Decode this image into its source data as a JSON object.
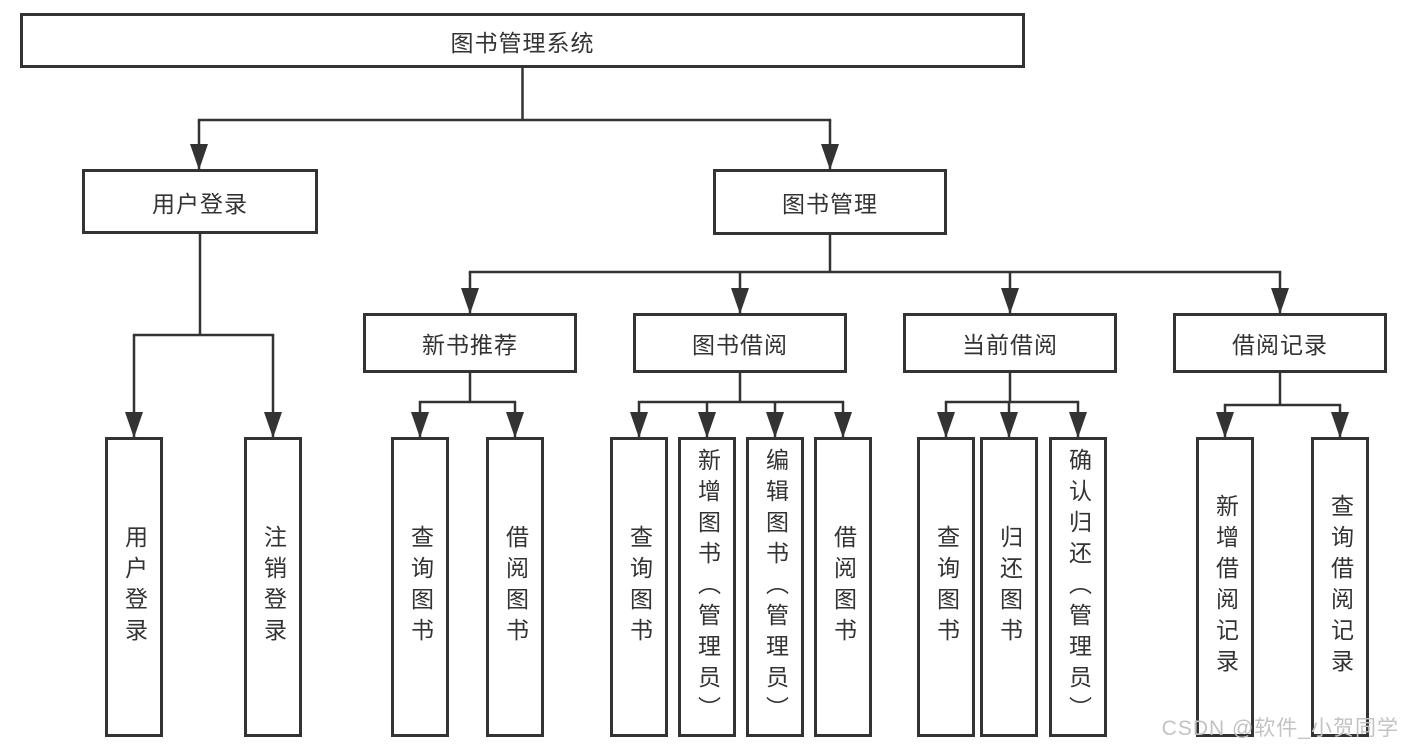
{
  "diagram": {
    "type": "hierarchy-tree",
    "tree": {
      "label": "图书管理系统",
      "children": [
        {
          "label": "用户登录",
          "children": [
            {
              "label": "用户登录"
            },
            {
              "label": "注销登录"
            }
          ]
        },
        {
          "label": "图书管理",
          "children": [
            {
              "label": "新书推荐",
              "children": [
                {
                  "label": "查询图书"
                },
                {
                  "label": "借阅图书"
                }
              ]
            },
            {
              "label": "图书借阅",
              "children": [
                {
                  "label": "查询图书"
                },
                {
                  "label": "新增图书（管理员）"
                },
                {
                  "label": "编辑图书（管理员）"
                },
                {
                  "label": "借阅图书"
                }
              ]
            },
            {
              "label": "当前借阅",
              "children": [
                {
                  "label": "查询图书"
                },
                {
                  "label": "归还图书"
                },
                {
                  "label": "确认归还（管理员）"
                }
              ]
            },
            {
              "label": "借阅记录",
              "children": [
                {
                  "label": "新增借阅记录"
                },
                {
                  "label": "查询借阅记录"
                }
              ]
            }
          ]
        }
      ]
    },
    "colors": {
      "line": "#333333",
      "text": "#333333",
      "box_background": "#ffffff",
      "page_background": "#ffffff",
      "watermark": "#c3c3c3"
    }
  },
  "watermark": "CSDN @软件_小贺同学"
}
